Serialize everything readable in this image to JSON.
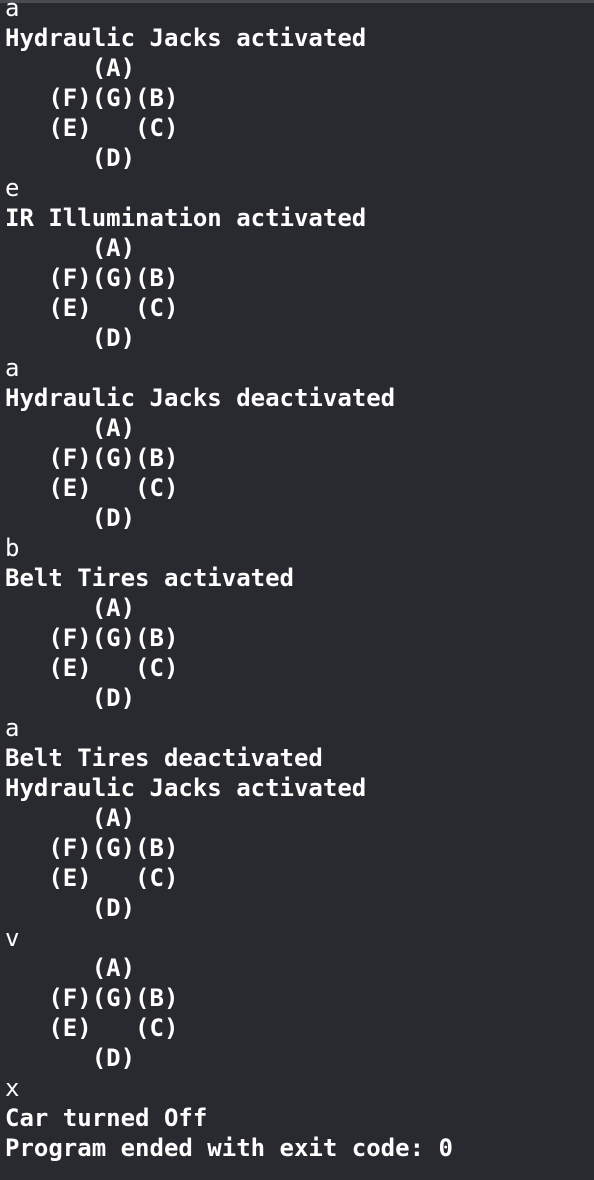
{
  "console": {
    "lines": [
      {
        "text": "a",
        "kind": "input"
      },
      {
        "text": "Hydraulic Jacks activated",
        "kind": "output"
      },
      {
        "text": "      (A)",
        "kind": "output"
      },
      {
        "text": "   (F)(G)(B)",
        "kind": "output"
      },
      {
        "text": "   (E)   (C)",
        "kind": "output"
      },
      {
        "text": "      (D)",
        "kind": "output"
      },
      {
        "text": "e",
        "kind": "input"
      },
      {
        "text": "IR Illumination activated",
        "kind": "output"
      },
      {
        "text": "      (A)",
        "kind": "output"
      },
      {
        "text": "   (F)(G)(B)",
        "kind": "output"
      },
      {
        "text": "   (E)   (C)",
        "kind": "output"
      },
      {
        "text": "      (D)",
        "kind": "output"
      },
      {
        "text": "a",
        "kind": "input"
      },
      {
        "text": "Hydraulic Jacks deactivated",
        "kind": "output"
      },
      {
        "text": "      (A)",
        "kind": "output"
      },
      {
        "text": "   (F)(G)(B)",
        "kind": "output"
      },
      {
        "text": "   (E)   (C)",
        "kind": "output"
      },
      {
        "text": "      (D)",
        "kind": "output"
      },
      {
        "text": "b",
        "kind": "input"
      },
      {
        "text": "Belt Tires activated",
        "kind": "output"
      },
      {
        "text": "      (A)",
        "kind": "output"
      },
      {
        "text": "   (F)(G)(B)",
        "kind": "output"
      },
      {
        "text": "   (E)   (C)",
        "kind": "output"
      },
      {
        "text": "      (D)",
        "kind": "output"
      },
      {
        "text": "a",
        "kind": "input"
      },
      {
        "text": "Belt Tires deactivated",
        "kind": "output"
      },
      {
        "text": "Hydraulic Jacks activated",
        "kind": "output"
      },
      {
        "text": "      (A)",
        "kind": "output"
      },
      {
        "text": "   (F)(G)(B)",
        "kind": "output"
      },
      {
        "text": "   (E)   (C)",
        "kind": "output"
      },
      {
        "text": "      (D)",
        "kind": "output"
      },
      {
        "text": "v",
        "kind": "input"
      },
      {
        "text": "      (A)",
        "kind": "output"
      },
      {
        "text": "   (F)(G)(B)",
        "kind": "output"
      },
      {
        "text": "   (E)   (C)",
        "kind": "output"
      },
      {
        "text": "      (D)",
        "kind": "output"
      },
      {
        "text": "x",
        "kind": "input"
      },
      {
        "text": "Car turned Off",
        "kind": "output"
      },
      {
        "text": "Program ended with exit code: 0",
        "kind": "output"
      }
    ]
  }
}
